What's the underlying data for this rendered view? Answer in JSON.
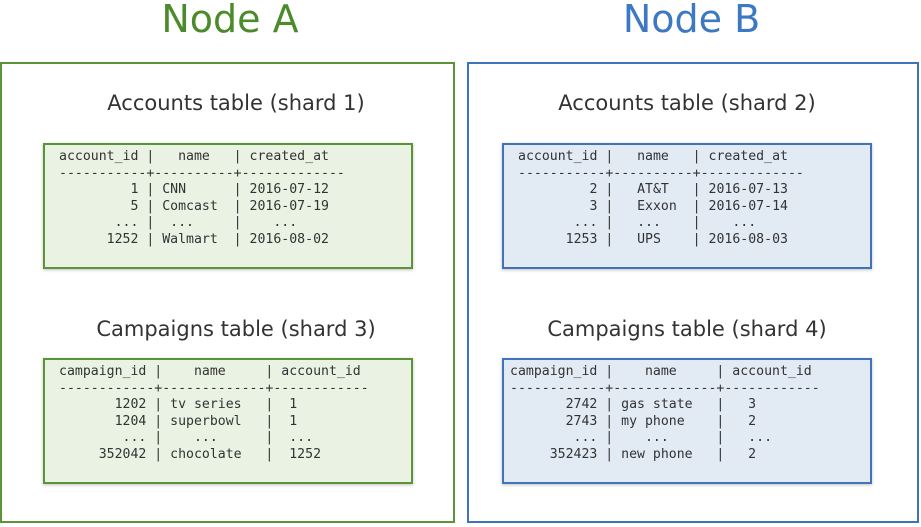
{
  "node_a": {
    "title": "Node A",
    "color": "#4b8b2b",
    "accounts": {
      "title": "Accounts table (shard 1)",
      "rows": [
        "account_id |   name   | created_at",
        "-----------+----------+-------------",
        "         1 | CNN      | 2016-07-12",
        "         5 | Comcast  | 2016-07-19",
        "       ... |  ...     |    ...",
        "      1252 | Walmart  | 2016-08-02"
      ]
    },
    "campaigns": {
      "title": "Campaigns table (shard 3)",
      "rows": [
        "campaign_id |    name     | account_id",
        "------------+-------------+------------",
        "       1202 | tv series   |  1",
        "       1204 | superbowl   |  1",
        "        ... |    ...      |  ...",
        "     352042 | chocolate   |  1252"
      ]
    }
  },
  "node_b": {
    "title": "Node B",
    "color": "#3d78c2",
    "accounts": {
      "title": "Accounts table (shard 2)",
      "rows": [
        "account_id |   name   | created_at",
        "-----------+----------+-------------",
        "         2 |   AT&T   | 2016-07-13",
        "         3 |   Exxon  | 2016-07-14",
        "       ... |   ...    |    ...",
        "      1253 |   UPS    | 2016-08-03"
      ]
    },
    "campaigns": {
      "title": "Campaigns table (shard 4)",
      "rows": [
        "campaign_id |    name     | account_id",
        "------------+-------------+------------",
        "       2742 | gas state   |   3",
        "       2743 | my phone    |   2",
        "        ... |    ...      |   ...",
        "     352423 | new phone   |   2"
      ]
    }
  }
}
